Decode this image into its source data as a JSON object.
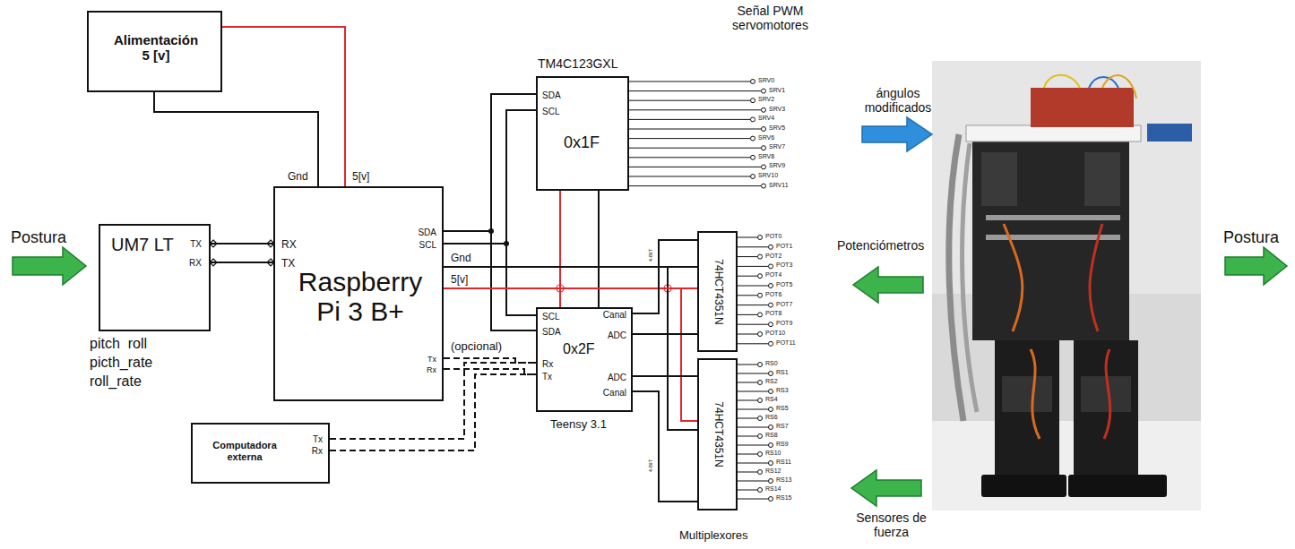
{
  "diagram": {
    "nodes": [
      {
        "text": [
          "Alimentación 5 [v]"
        ]
      },
      {
        "text": [
          "UM7 LT",
          "TX",
          "RX"
        ]
      },
      {
        "text": [
          "Raspberry Pi 3 B+",
          "Gnd",
          "5[v]",
          "RX",
          "TX",
          "SDA",
          "SCL",
          "Gnd",
          "5[v]",
          "Tx",
          "Rx"
        ]
      },
      {
        "text": [
          "TM4C123GXL",
          "SDA",
          "SCL",
          "0x1F"
        ]
      },
      {
        "text": [
          "SCL",
          "SDA",
          "Rx",
          "Tx",
          "Canal",
          "ADC",
          "ADC",
          "Canal",
          "0x2F",
          "Teensy 3.1"
        ]
      },
      {
        "text": [
          "Computadora externa",
          "Tx",
          "Rx"
        ]
      },
      {
        "text": [
          "74HCT4351N"
        ]
      },
      {
        "text": [
          "74HCT4351N"
        ]
      }
    ],
    "edges": [
      {
        "from": 0,
        "to": 2,
        "arrow": "none"
      },
      {
        "from": 0,
        "to": 2,
        "arrow": "none"
      },
      {
        "from": 1,
        "to": 2,
        "arrow": "none"
      },
      {
        "from": 1,
        "to": 2,
        "arrow": "none"
      },
      {
        "from": 2,
        "to": 3,
        "arrow": "none"
      },
      {
        "from": 2,
        "to": 3,
        "arrow": "none"
      },
      {
        "from": 2,
        "to": 4,
        "arrow": "none"
      },
      {
        "from": 2,
        "to": 4,
        "arrow": "none"
      },
      {
        "from": 2,
        "to": 4,
        "arrow": "none"
      },
      {
        "from": 2,
        "to": 4,
        "arrow": "none"
      },
      {
        "from": 5,
        "to": 4,
        "arrow": "none"
      },
      {
        "from": 5,
        "to": 4,
        "arrow": "none"
      },
      {
        "from": 3,
        "to": 4,
        "arrow": "none"
      },
      {
        "from": 3,
        "to": 4,
        "arrow": "none"
      },
      {
        "from": 2,
        "to": 6,
        "arrow": "none"
      },
      {
        "from": 2,
        "to": 6,
        "arrow": "none"
      },
      {
        "from": 2,
        "to": 7,
        "arrow": "none"
      },
      {
        "from": 2,
        "to": 7,
        "arrow": "none"
      },
      {
        "from": 4,
        "to": 6,
        "arrow": "none"
      },
      {
        "from": 4,
        "to": 6,
        "arrow": "none"
      },
      {
        "from": 4,
        "to": 7,
        "arrow": "none"
      },
      {
        "from": 4,
        "to": 7,
        "arrow": "none"
      }
    ],
    "labels": [
      "Postura",
      "pitch  roll",
      "picth_rate",
      "roll_rate",
      "Señal PWM servomotores",
      "SRV0",
      "SRV1",
      "SRV2",
      "SRV3",
      "SRV4",
      "SRV5",
      "SRV6",
      "SRV7",
      "SRV8",
      "SRV9",
      "SRV10",
      "SRV11",
      "ángulos modificados",
      "Potenciómetros",
      "POT0",
      "POT1",
      "POT2",
      "POT3",
      "POT4",
      "POT5",
      "POT6",
      "POT7",
      "POT8",
      "POT9",
      "POT10",
      "POT11",
      "(opcional)",
      "4-BIT",
      "4-BIT",
      "RS0",
      "RS1",
      "RS2",
      "RS3",
      "RS4",
      "RS5",
      "RS6",
      "RS7",
      "RS8",
      "RS9",
      "RS10",
      "RS11",
      "RS12",
      "RS13",
      "RS14",
      "RS15",
      "Sensores de fuerza",
      "Multiplexores",
      "Postura"
    ]
  }
}
